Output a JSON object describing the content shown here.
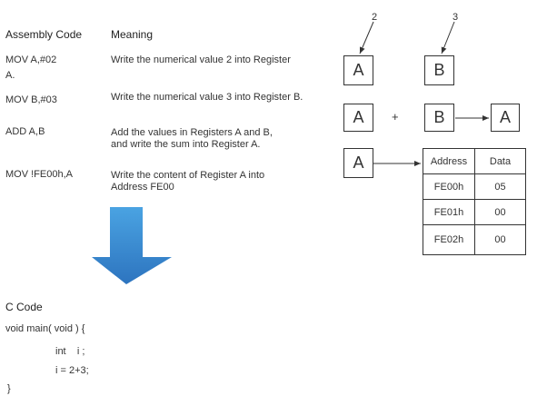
{
  "assembly": {
    "header_code": "Assembly Code",
    "header_meaning": "Meaning",
    "rows": [
      {
        "code": "MOV A,#02",
        "code_line2": "A.",
        "meaning": "Write the numerical value 2 into Register",
        "meaning_line2": ""
      },
      {
        "code": "MOV B,#03",
        "code_line2": "",
        "meaning": "Write the numerical value 3 into Register B.",
        "meaning_line2": ""
      },
      {
        "code": "ADD A,B",
        "code_line2": "",
        "meaning": "Add the values in Registers A and B,",
        "meaning_line2": "and write the sum into Register A."
      },
      {
        "code": "MOV !FE00h,A",
        "code_line2": "",
        "meaning": "Write the content of Register A into",
        "meaning_line2": "Address FE00"
      }
    ]
  },
  "c_code": {
    "header": "C Code",
    "lines": [
      "void main( void ) {",
      "int    i ;",
      "i = 2+3;",
      "}"
    ]
  },
  "diagram": {
    "label_2": "2",
    "label_3": "3",
    "reg_a": "A",
    "reg_b": "B",
    "plus": "+",
    "table": {
      "headers": [
        "Address",
        "Data"
      ],
      "rows": [
        [
          "FE00h",
          "05"
        ],
        [
          "FE01h",
          "00"
        ],
        [
          "FE02h",
          "00"
        ]
      ]
    }
  },
  "colors": {
    "arrow_top": "#4aa3e2",
    "arrow_bottom": "#2d74bf",
    "line": "#333333"
  }
}
